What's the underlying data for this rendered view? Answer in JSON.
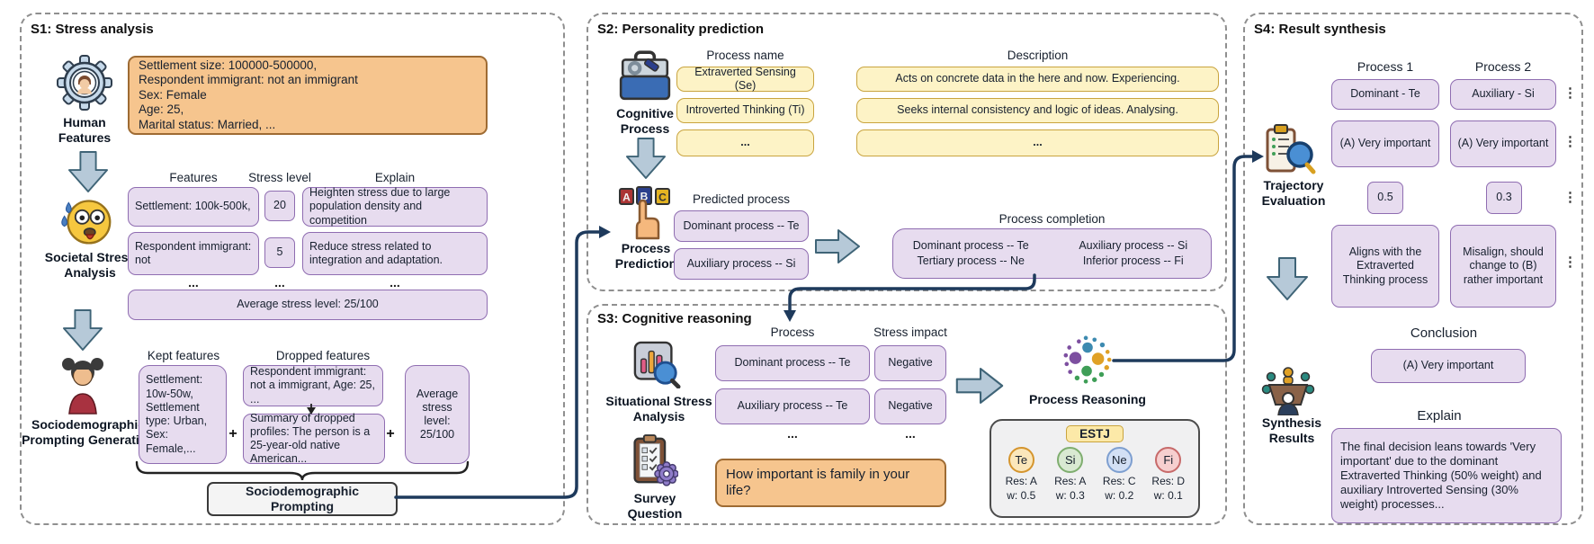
{
  "s1": {
    "title": "S1: Stress analysis",
    "human_label": "Human Features",
    "profile_text": "Settlement size: 100000-500000,\nRespondent immigrant: not an immigrant\nSex: Female\nAge: 25,\nMarital status: Married, ...",
    "societal_label": "Societal Stress Analysis",
    "col_features": "Features",
    "col_stress": "Stress level",
    "col_explain": "Explain",
    "rows": [
      {
        "feature": "Settlement: 100k-500k,",
        "stress": "20",
        "explain": "Heighten stress due to large population density and competition"
      },
      {
        "feature": "Respondent immigrant: not",
        "stress": "5",
        "explain": "Reduce stress related to integration and adaptation."
      }
    ],
    "dots": "...",
    "average_row": "Average stress level: 25/100",
    "socio_label": "Sociodemographic Prompting Generation",
    "kept_header": "Kept features",
    "dropped_header": "Dropped features",
    "kept_text": "Settlement: 10w-50w, Settlement type: Urban, Sex: Female,...",
    "dropped_text1": "Respondent immigrant: not a immigrant, Age: 25, ...",
    "dropped_text2": "Summary of dropped profiles: The person is a 25-year-old native American...",
    "plus": "+",
    "avg_small": "Average stress level: 25/100",
    "prompting_label": "Sociodemographic Prompting"
  },
  "s2": {
    "title": "S2: Personality prediction",
    "cognitive_label": "Cognitive Process",
    "col_name": "Process name",
    "col_desc": "Description",
    "names": [
      "Extraverted Sensing (Se)",
      "Introverted Thinking (Ti)",
      "..."
    ],
    "descs": [
      "Acts on concrete data in the here and now. Experiencing.",
      "Seeks internal consistency and logic of ideas. Analysing.",
      "..."
    ],
    "prediction_label": "Process Prediction",
    "predicted_header": "Predicted process",
    "predicted": [
      "Dominant process -- Te",
      "Auxiliary process -- Si"
    ],
    "completion_header": "Process completion",
    "completion": [
      [
        "Dominant process -- Te",
        "Auxiliary process -- Si"
      ],
      [
        "Tertiary process -- Ne",
        "Inferior process -- Fi"
      ]
    ]
  },
  "s3": {
    "title": "S3: Cognitive reasoning",
    "situational_label": "Situational Stress Analysis",
    "col_process": "Process",
    "col_impact": "Stress impact",
    "rows": [
      {
        "process": "Dominant process -- Te",
        "impact": "Negative"
      },
      {
        "process": "Auxiliary process -- Te",
        "impact": "Negative"
      }
    ],
    "dots": "...",
    "survey_label": "Survey Question",
    "question": "How important is family in your life?",
    "reasoning_label": "Process Reasoning",
    "mbti": "ESTJ",
    "functions": [
      {
        "code": "Te",
        "res": "Res: A",
        "w": "w: 0.5",
        "fill": "#fbe7bb",
        "border": "#d5952e"
      },
      {
        "code": "Si",
        "res": "Res: A",
        "w": "w: 0.3",
        "fill": "#d9e9d2",
        "border": "#7fae6f"
      },
      {
        "code": "Ne",
        "res": "Res: C",
        "w": "w: 0.2",
        "fill": "#d3e0f5",
        "border": "#7e9fd0"
      },
      {
        "code": "Fi",
        "res": "Res: D",
        "w": "w: 0.1",
        "fill": "#f6cfcf",
        "border": "#c76a6a"
      }
    ]
  },
  "s4": {
    "title": "S4: Result synthesis",
    "trajectory_label": "Trajectory Evaluation",
    "col_p1": "Process 1",
    "col_p2": "Process 2",
    "p1": {
      "name": "Dominant - Te",
      "answer": "(A) Very important",
      "weight": "0.5",
      "align": "Aligns with the Extraverted Thinking process"
    },
    "p2": {
      "name": "Auxiliary - Si",
      "answer": "(A) Very important",
      "weight": "0.3",
      "align": "Misalign, should change to (B) rather important"
    },
    "ellipsis": "⋮",
    "conclusion_header": "Conclusion",
    "conclusion": "(A) Very important",
    "synthesis_label": "Synthesis Results",
    "explain_header": "Explain",
    "explain": "The final decision leans towards 'Very important' due to the dominant Extraverted Thinking (50% weight) and auxiliary Introverted Sensing (30% weight) processes..."
  },
  "colors": {
    "purple_fill": "#e7dcef",
    "purple_border": "#8f6db1",
    "orange_fill": "#f6c58e",
    "orange_border": "#9e6b33",
    "yellow_fill": "#fdf3c6",
    "yellow_border": "#c9a43e",
    "connector": "#1e3a5c",
    "block_arrow_fill": "#b6c9d8",
    "block_arrow_border": "#3f6477"
  }
}
